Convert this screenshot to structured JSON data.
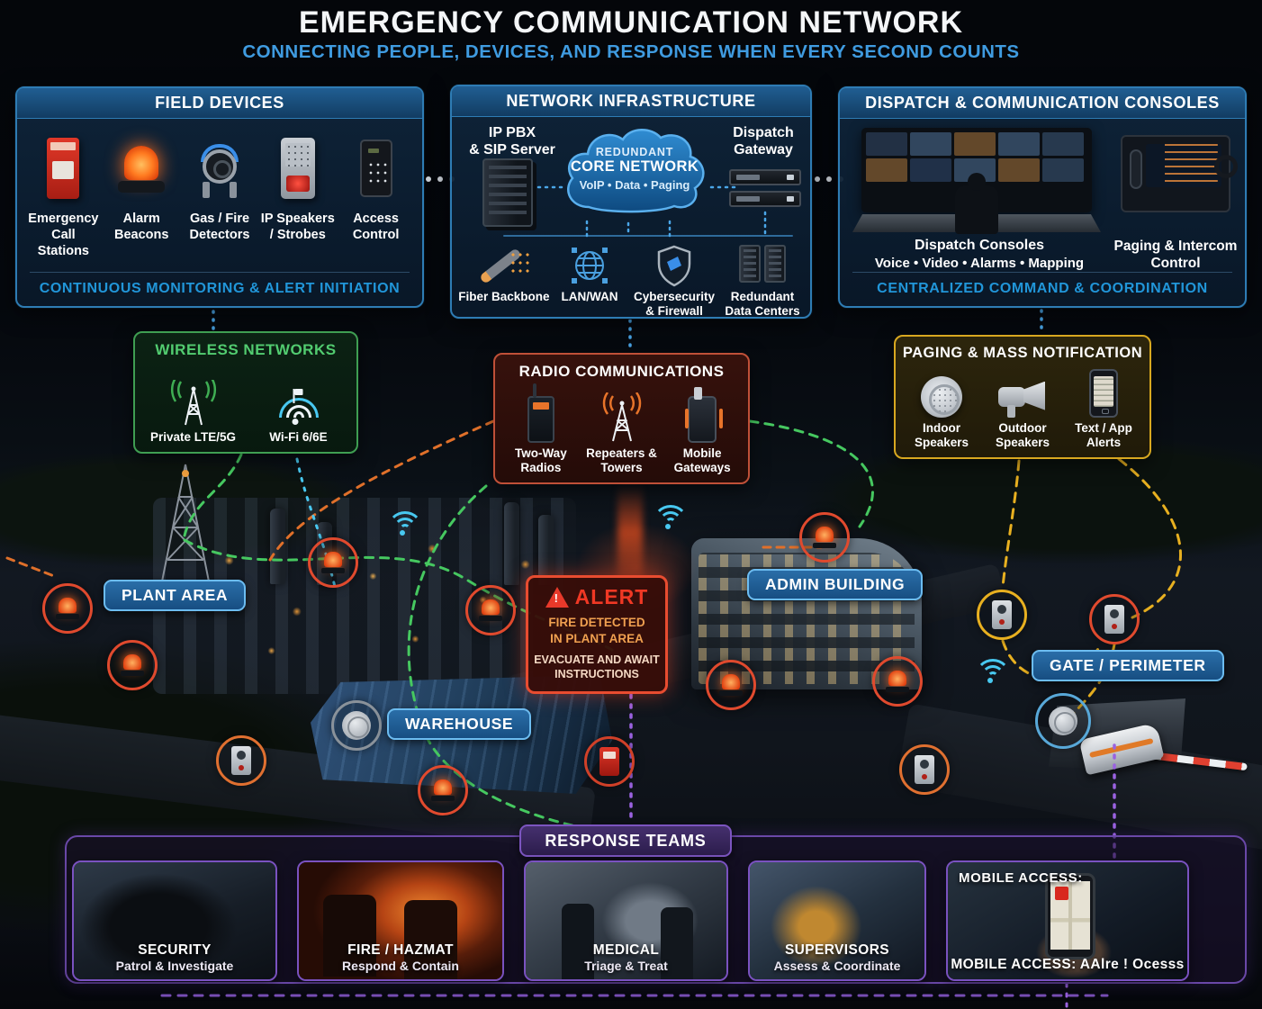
{
  "header": {
    "title": "EMERGENCY COMMUNICATION NETWORK",
    "subtitle": "CONNECTING PEOPLE, DEVICES, AND RESPONSE WHEN EVERY SECOND COUNTS"
  },
  "field_devices": {
    "title": "FIELD DEVICES",
    "items": [
      {
        "label": "Emergency Call Stations"
      },
      {
        "label": "Alarm Beacons"
      },
      {
        "label": "Gas / Fire Detectors"
      },
      {
        "label": "IP Speakers / Strobes"
      },
      {
        "label": "Access Control"
      }
    ],
    "footer": "CONTINUOUS MONITORING & ALERT INITIATION"
  },
  "network": {
    "title": "NETWORK INFRASTRUCTURE",
    "server_line1": "IP PBX",
    "server_line2": "& SIP Server",
    "cloud_line1": "REDUNDANT",
    "cloud_line2": "CORE NETWORK",
    "cloud_line3": "VoIP • Data • Paging",
    "gateway_line1": "Dispatch",
    "gateway_line2": "Gateway",
    "bottom_items": [
      {
        "label": "Fiber Backbone"
      },
      {
        "label": "LAN/WAN"
      },
      {
        "label": "Cybersecurity & Firewall"
      },
      {
        "label": "Redundant Data Centers"
      }
    ]
  },
  "dispatch": {
    "title": "DISPATCH & COMMUNICATION CONSOLES",
    "console_label": "Dispatch Consoles",
    "console_sub": "Voice • Video • Alarms • Mapping",
    "paging_label": "Paging & Intercom Control",
    "footer": "CENTRALIZED COMMAND & COORDINATION"
  },
  "wireless": {
    "title": "WIRELESS NETWORKS",
    "items": [
      {
        "label": "Private LTE/5G"
      },
      {
        "label": "Wi-Fi 6/6E"
      }
    ]
  },
  "radio": {
    "title": "RADIO COMMUNICATIONS",
    "items": [
      {
        "label": "Two-Way Radios"
      },
      {
        "label": "Repeaters & Towers"
      },
      {
        "label": "Mobile Gateways"
      }
    ]
  },
  "paging": {
    "title": "PAGING & MASS NOTIFICATION",
    "items": [
      {
        "label": "Indoor Speakers"
      },
      {
        "label": "Outdoor Speakers"
      },
      {
        "label": "Text / App Alerts"
      }
    ]
  },
  "scene": {
    "labels": {
      "plant": "PLANT AREA",
      "admin": "ADMIN BUILDING",
      "gate": "GATE / PERIMETER",
      "warehouse": "WAREHOUSE"
    },
    "alert": {
      "title": "ALERT",
      "detail1": "FIRE DETECTED",
      "detail2": "IN PLANT AREA",
      "action1": "EVACUATE AND AWAIT",
      "action2": "INSTRUCTIONS"
    }
  },
  "response": {
    "header": "RESPONSE TEAMS",
    "cards": [
      {
        "title": "SECURITY",
        "subtitle": "Patrol & Investigate"
      },
      {
        "title": "FIRE / HAZMAT",
        "subtitle": "Respond & Contain"
      },
      {
        "title": "MEDICAL",
        "subtitle": "Triage & Treat"
      },
      {
        "title": "SUPERVISORS",
        "subtitle": "Assess & Coordinate"
      },
      {
        "title": "MOBILE ACCESS:",
        "subtitle": "MOBILE ACCESS:   AAlre ! Ocesss"
      }
    ]
  },
  "colors": {
    "accent_blue": "#3f9be0",
    "panel_border_blue": "#2e7cb4",
    "footer_cyan": "#2196d9",
    "wireless_green": "#3f9e52",
    "radio_red": "#c05038",
    "paging_gold": "#d8a820",
    "response_purple": "#7c55c0",
    "alert_red": "#e8392a"
  }
}
